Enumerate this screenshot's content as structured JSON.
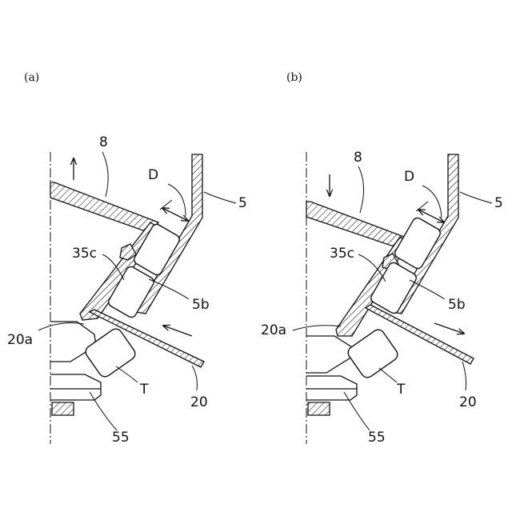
{
  "panels": [
    {
      "caption": "(a)",
      "labels": {
        "ref_8": "8",
        "ref_D": "D",
        "ref_5": "5",
        "ref_35c": "35c",
        "ref_5b": "5b",
        "ref_20a": "20a",
        "ref_T": "T",
        "ref_20": "20",
        "ref_55": "55"
      },
      "shaft_arrow": "up",
      "plate_arrow": "toward-body"
    },
    {
      "caption": "(b)",
      "labels": {
        "ref_8": "8",
        "ref_D": "D",
        "ref_5": "5",
        "ref_35c": "35c",
        "ref_5b": "5b",
        "ref_20a": "20a",
        "ref_T": "T",
        "ref_20": "20",
        "ref_55": "55"
      },
      "shaft_arrow": "down",
      "plate_arrow": "away-from-body"
    }
  ]
}
